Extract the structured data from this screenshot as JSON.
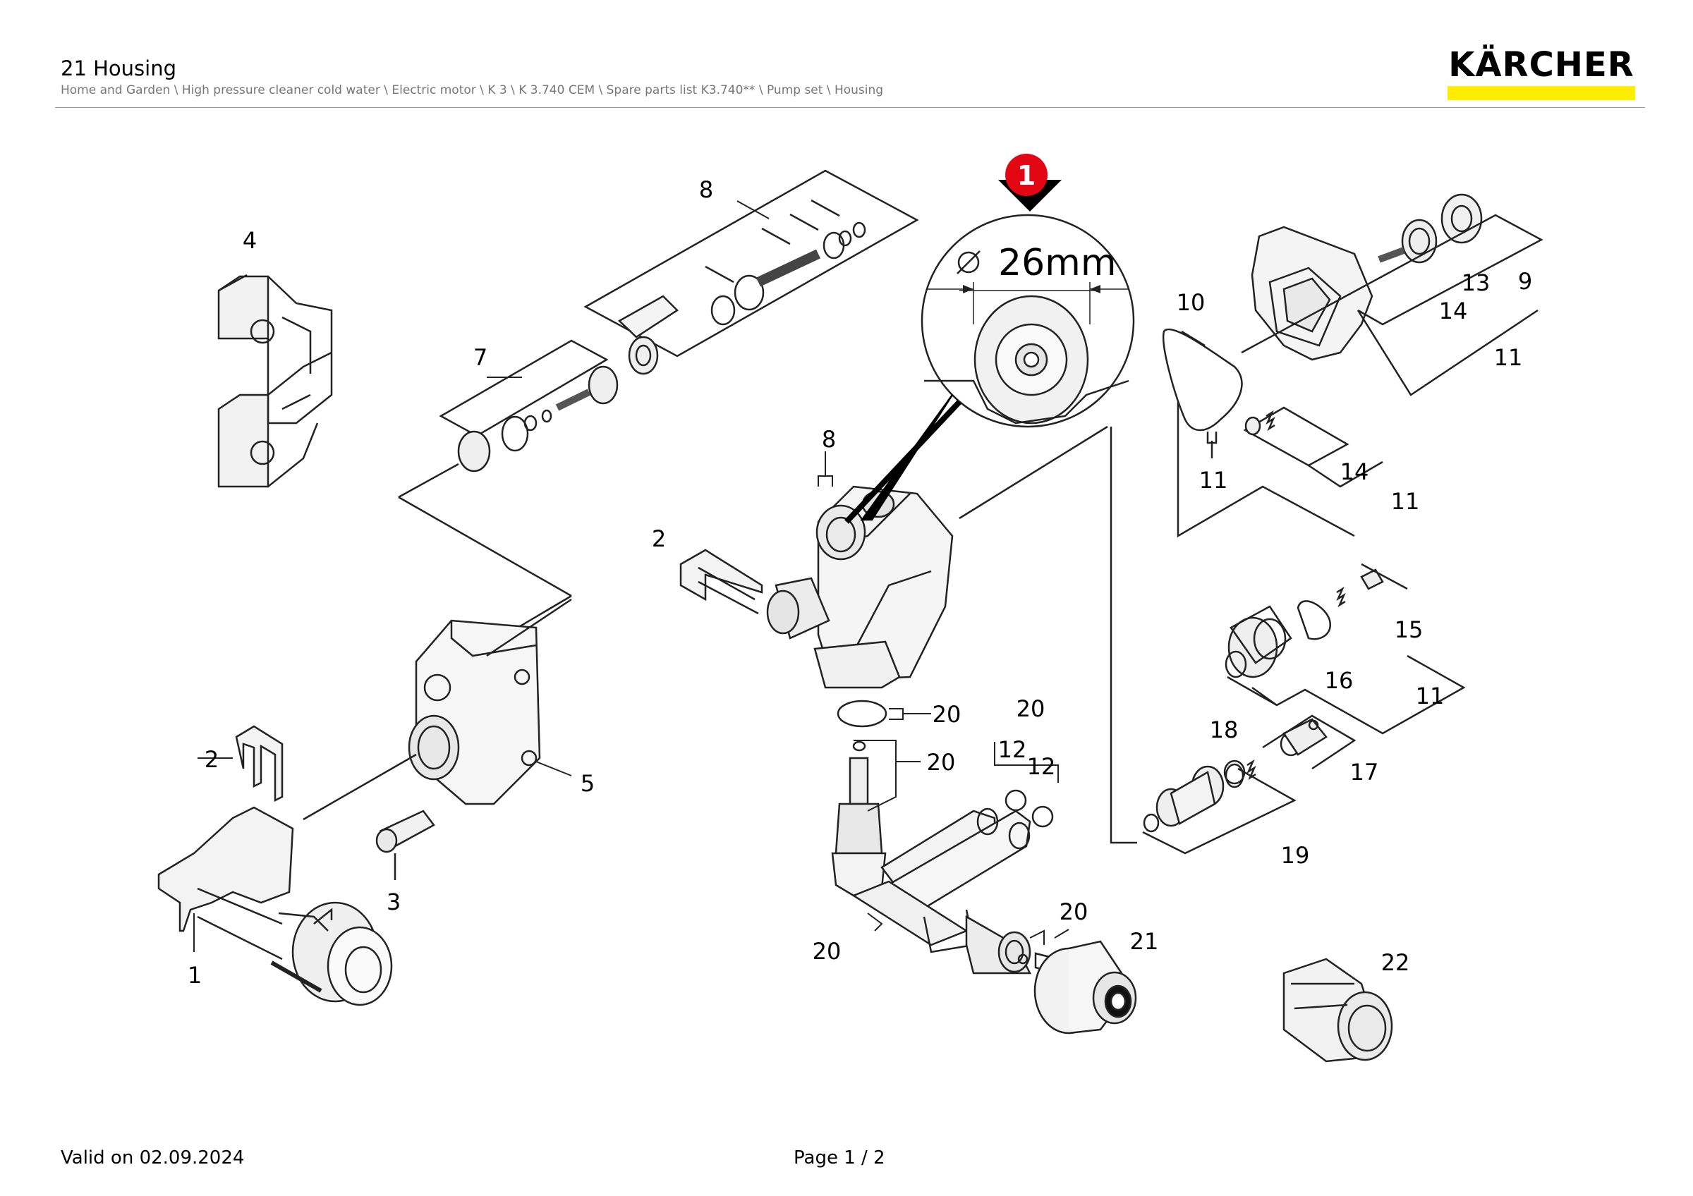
{
  "header": {
    "title": "21 Housing",
    "breadcrumb": "Home and Garden \\ High pressure cleaner cold water \\ Electric motor \\ K 3 \\ K 3.740 CEM \\ Spare parts list K3.740** \\ Pump set \\ Housing"
  },
  "logo": {
    "text": "KÄRCHER",
    "accent_color": "#ffed00"
  },
  "detail": {
    "badge": "1",
    "badge_color": "#e30613",
    "dimension": "26mm"
  },
  "callouts": {
    "c1": "1",
    "c2a": "2",
    "c2b": "2",
    "c3": "3",
    "c4": "4",
    "c5": "5",
    "c7": "7",
    "c8a": "8",
    "c8b": "8",
    "c9": "9",
    "c10": "10",
    "c11a": "11",
    "c11b": "11",
    "c11c": "11",
    "c11d": "11",
    "c12a": "12",
    "c12b": "12",
    "c13": "13",
    "c14a": "14",
    "c14b": "14",
    "c15": "15",
    "c16": "16",
    "c17": "17",
    "c18": "18",
    "c19": "19",
    "c20a": "20",
    "c20b": "20",
    "c20c": "20",
    "c20d": "20",
    "c20e": "20",
    "c21": "21",
    "c22": "22"
  },
  "footer": {
    "valid": "Valid on 02.09.2024",
    "page": "Page 1 / 2"
  }
}
